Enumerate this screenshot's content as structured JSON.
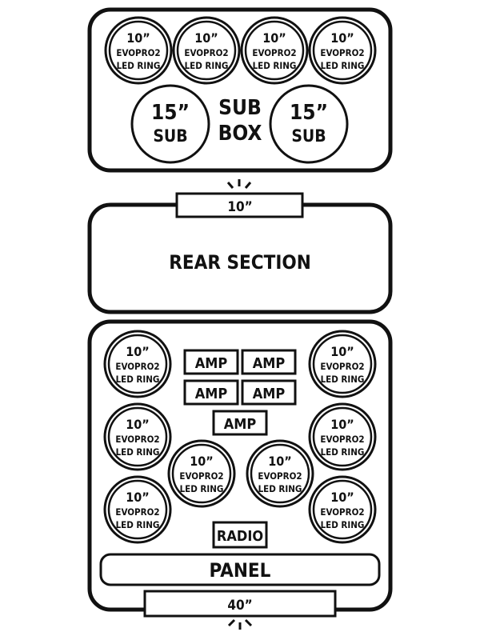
{
  "sub_box": {
    "label_line1": "SUB",
    "label_line2": "BOX",
    "rings": [
      {
        "size": "10”",
        "line2": "EVOPRO2",
        "line3": "LED RING"
      },
      {
        "size": "10”",
        "line2": "EVOPRO2",
        "line3": "LED RING"
      },
      {
        "size": "10”",
        "line2": "EVOPRO2",
        "line3": "LED RING"
      },
      {
        "size": "10”",
        "line2": "EVOPRO2",
        "line3": "LED RING"
      }
    ],
    "subs": [
      {
        "size": "15”",
        "label": "SUB"
      },
      {
        "size": "15”",
        "label": "SUB"
      }
    ]
  },
  "gap_top": {
    "label": "10”"
  },
  "rear_section": {
    "label": "REAR SECTION"
  },
  "front_section": {
    "rings": [
      {
        "size": "10”",
        "line2": "EVOPRO2",
        "line3": "LED RING"
      },
      {
        "size": "10”",
        "line2": "EVOPRO2",
        "line3": "LED RING"
      },
      {
        "size": "10”",
        "line2": "EVOPRO2",
        "line3": "LED RING"
      },
      {
        "size": "10”",
        "line2": "EVOPRO2",
        "line3": "LED RING"
      },
      {
        "size": "10”",
        "line2": "EVOPRO2",
        "line3": "LED RING"
      },
      {
        "size": "10”",
        "line2": "EVOPRO2",
        "line3": "LED RING"
      },
      {
        "size": "10”",
        "line2": "EVOPRO2",
        "line3": "LED RING"
      },
      {
        "size": "10”",
        "line2": "EVOPRO2",
        "line3": "LED RING"
      }
    ],
    "amps": [
      "AMP",
      "AMP",
      "AMP",
      "AMP",
      "AMP"
    ],
    "radio": "RADIO",
    "panel": "PANEL"
  },
  "bottom_bar": {
    "label": "40”"
  }
}
